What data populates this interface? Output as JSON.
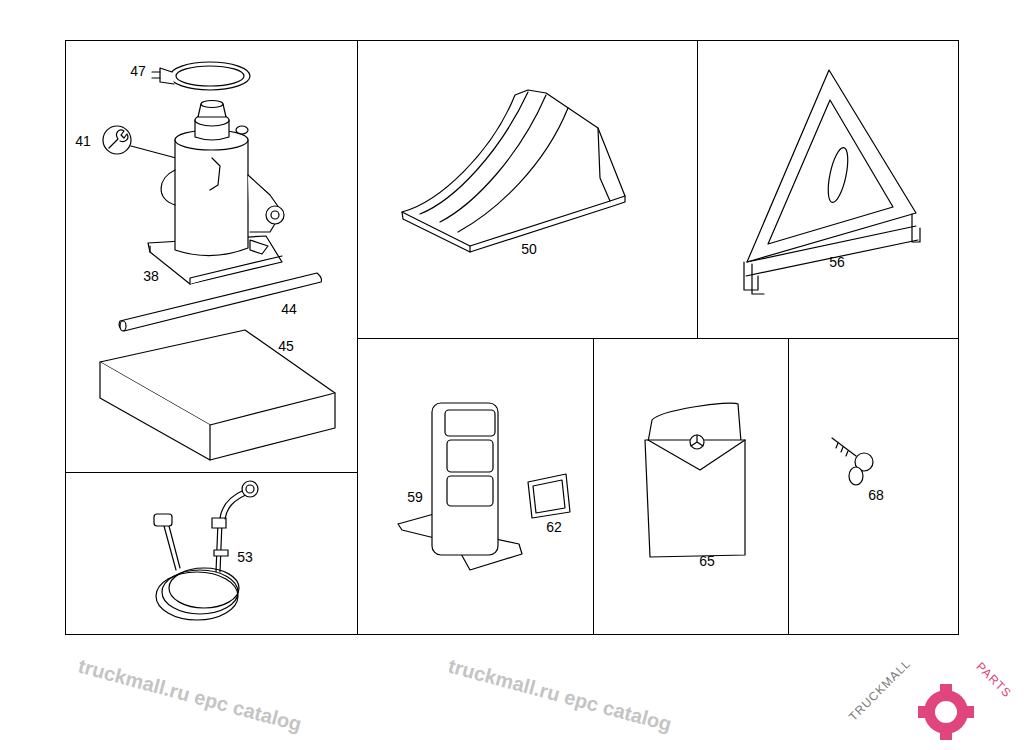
{
  "diagram": {
    "nodes": [
      {
        "text": [
          "47",
          "41",
          "38",
          "44",
          "45"
        ]
      },
      {
        "text": [
          "50"
        ]
      },
      {
        "text": [
          "56"
        ]
      },
      {
        "text": [
          "53"
        ]
      },
      {
        "text": [
          "59",
          "62"
        ]
      },
      {
        "text": [
          "65"
        ]
      },
      {
        "text": [
          "68"
        ]
      }
    ],
    "labels": [
      "truckmall.ru epc catalog",
      "truckmall.ru epc catalog",
      "TRUCKMALL",
      "PARTS"
    ]
  }
}
